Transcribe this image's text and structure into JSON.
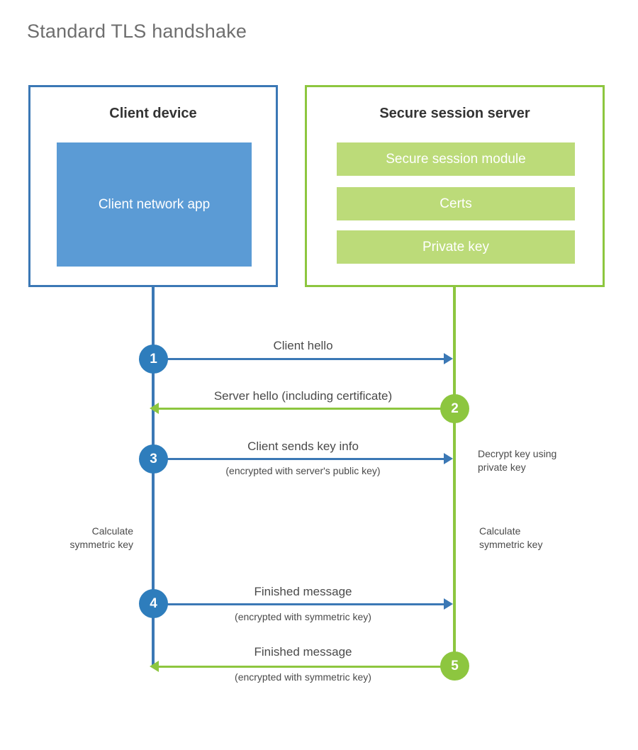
{
  "title": "Standard TLS handshake",
  "participants": {
    "client": {
      "title": "Client device",
      "block": "Client network app"
    },
    "server": {
      "title": "Secure session server",
      "blocks": [
        "Secure session module",
        "Certs",
        "Private key"
      ]
    }
  },
  "steps": [
    {
      "number": "1",
      "label": "Client hello",
      "sublabel": "",
      "direction": "client-to-server",
      "color": "#3b78b5"
    },
    {
      "number": "2",
      "label": "Server hello (including certificate)",
      "sublabel": "",
      "direction": "server-to-client",
      "color": "#8dc63f"
    },
    {
      "number": "3",
      "label": "Client sends key info",
      "sublabel": "(encrypted with server's public key)",
      "direction": "client-to-server",
      "color": "#3b78b5"
    },
    {
      "number": "4",
      "label": "Finished message",
      "sublabel": "(encrypted with symmetric key)",
      "direction": "client-to-server",
      "color": "#3b78b5"
    },
    {
      "number": "5",
      "label": "Finished message",
      "sublabel": "(encrypted with symmetric key)",
      "direction": "server-to-client",
      "color": "#8dc63f"
    }
  ],
  "annotations": {
    "server_decrypt": "Decrypt key using\nprivate key",
    "client_calculate": "Calculate\nsymmetric key",
    "server_calculate": "Calculate\nsymmetric key"
  },
  "colors": {
    "client_border": "#3b78b5",
    "client_fill": "#5b9bd5",
    "client_circle": "#2e7dbc",
    "server_border": "#8dc63f",
    "server_fill": "#bcdb79",
    "server_circle": "#8dc63f",
    "title_text": "#6e6e6e",
    "body_text": "#4a4a4a",
    "heading_text": "#333333",
    "background": "#ffffff"
  }
}
